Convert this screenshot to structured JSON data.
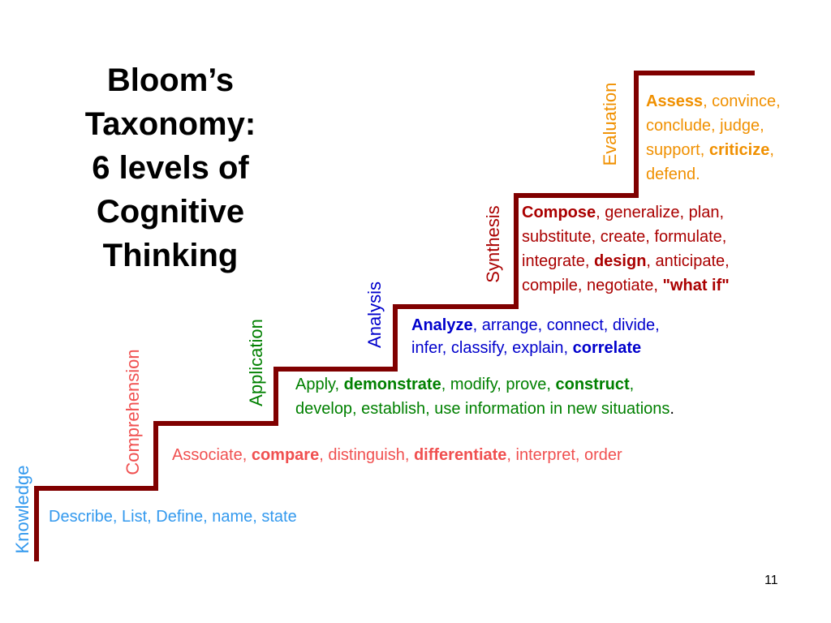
{
  "title": {
    "lines": [
      "Bloom’s",
      "Taxonomy:",
      "6 levels of",
      "Cognitive",
      "Thinking"
    ]
  },
  "colors": {
    "stairs": "#800000",
    "knowledge": "#3399ee",
    "comprehension": "#f05050",
    "application": "#008000",
    "analysis": "#0000cc",
    "synthesis": "#aa0000",
    "evaluation": "#f09000",
    "black": "#000000"
  },
  "levels": {
    "knowledge": {
      "label": "Knowledge",
      "desc": {
        "t1": "Describe, List, Define, name, state"
      }
    },
    "comprehension": {
      "label": "Comprehension",
      "desc": {
        "t1": "Associate, ",
        "b1": "compare",
        "t2": ", distinguish, ",
        "b2": "differentiate",
        "t3": ", interpret, order"
      }
    },
    "application": {
      "label": "Application",
      "desc": {
        "t1": "Apply, ",
        "b1": "demonstrate",
        "t2": ", modify, prove, ",
        "b2": "construct",
        "t3": ",",
        "t4": "develop, establish, use information in new situations",
        "t5": "."
      }
    },
    "analysis": {
      "label": "Analysis",
      "desc": {
        "b1": "Analyze",
        "t1": ", arrange, connect, divide,",
        "t2": "infer, classify, explain, ",
        "b2": "correlate"
      }
    },
    "synthesis": {
      "label": "Synthesis",
      "desc": {
        "b1": "Compose",
        "t1": ", generalize, plan,",
        "t2": "substitute, create, formulate,",
        "t3": "integrate, ",
        "b2": "design",
        "t4": ", anticipate,",
        "t5": "compile, negotiate, ",
        "b3": "\"what if\""
      }
    },
    "evaluation": {
      "label": "Evaluation",
      "desc": {
        "b1": "Assess",
        "t1": ", convince,",
        "t2": "conclude, judge,",
        "t3": "support, ",
        "b2": "criticize",
        "t4": ",",
        "t5": "defend."
      }
    }
  },
  "page_number": "11"
}
